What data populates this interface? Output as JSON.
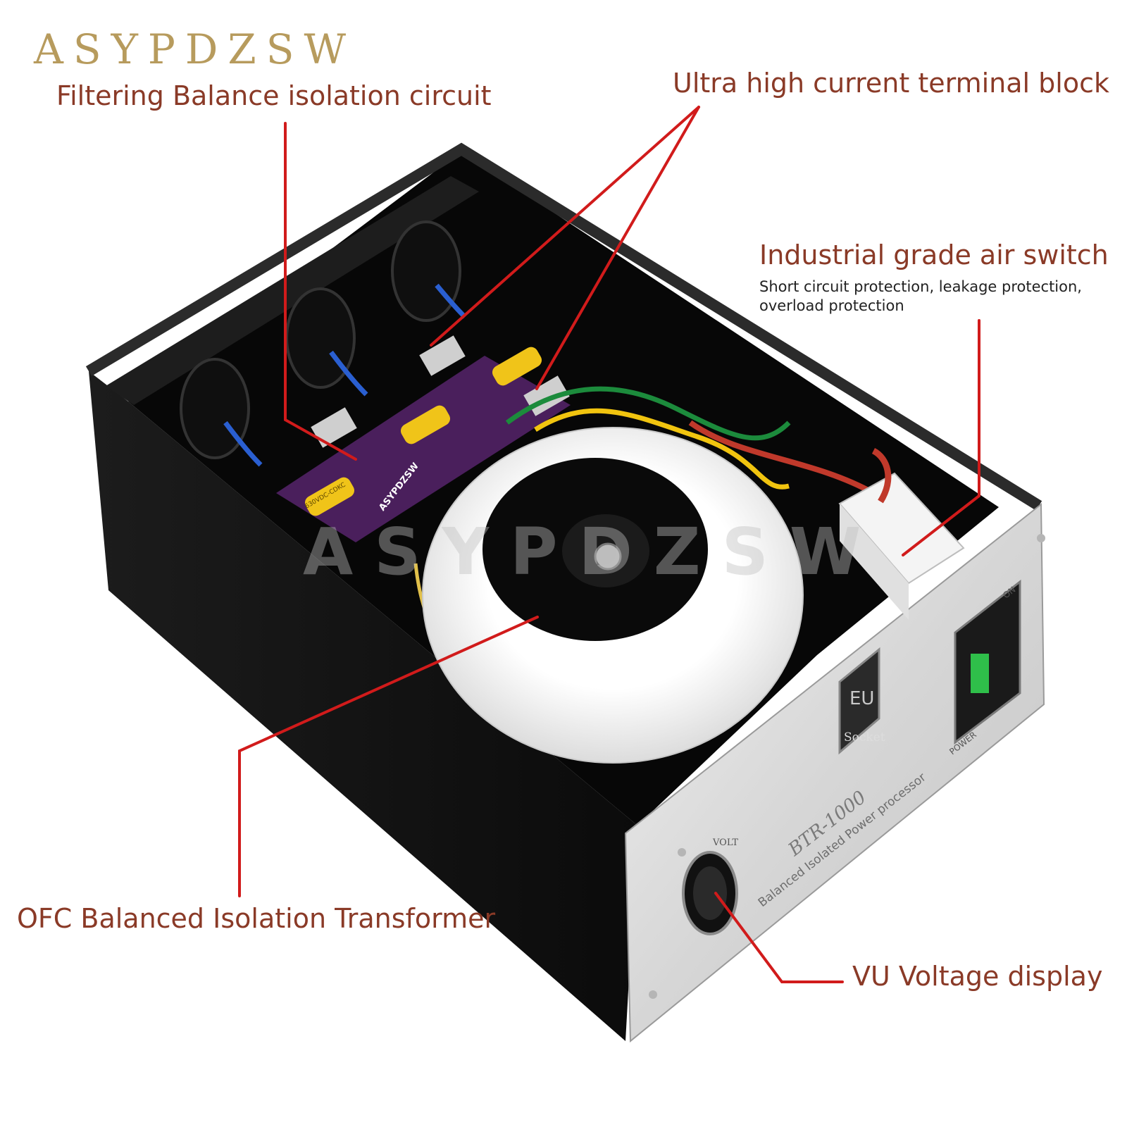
{
  "brand": {
    "text": "ASYPDZSW"
  },
  "watermark": {
    "text": "ASYPDZSW"
  },
  "colors": {
    "brand": "#b79b5d",
    "label": "#8a3a27",
    "leader_line": "#d11b1b",
    "chassis": "#141414",
    "front_panel": "#dcdcdc",
    "pcb": "#4a1f5c",
    "capacitor": "#f0c419",
    "transformer": "#f2f2f2"
  },
  "callouts": {
    "filter": "Filtering Balance isolation circuit",
    "terminal": "Ultra high current terminal block",
    "switch": "Industrial grade air switch",
    "switch_detail": "Short circuit protection, leakage protection, overload protection",
    "transformer": "OFC Balanced Isolation Transformer",
    "vu": "VU Voltage display"
  },
  "device": {
    "pcb_brand": "ASYPDZSW",
    "capacitor_text": "630VDC-CDKC",
    "socket_badge": "EU",
    "socket_label": "Socket",
    "volt_label": "VOLT",
    "power_label": "POWER",
    "on_label": "ON",
    "model_text": "BTR-1000",
    "description_text": "Balanced Isolated Power processor"
  }
}
